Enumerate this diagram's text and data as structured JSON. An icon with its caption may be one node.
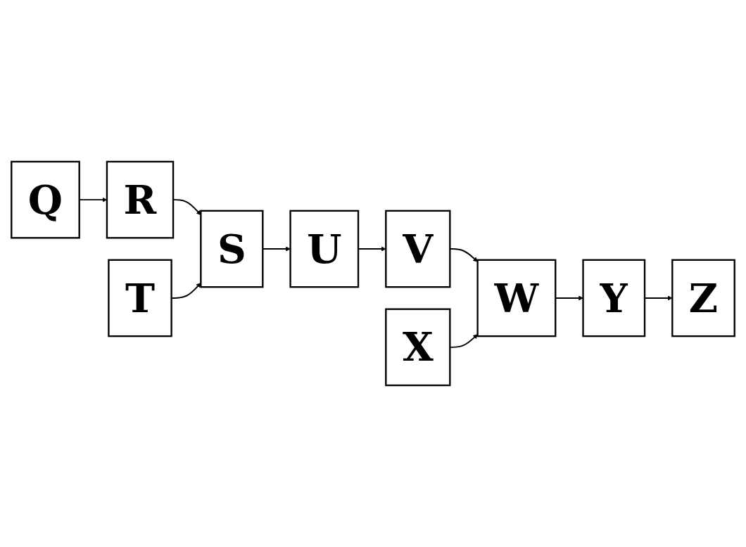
{
  "diagram": {
    "nodes": [
      {
        "text": [
          "Q"
        ]
      },
      {
        "text": [
          "R"
        ]
      },
      {
        "text": [
          "S"
        ]
      },
      {
        "text": [
          "U"
        ]
      },
      {
        "text": [
          "T"
        ]
      },
      {
        "text": [
          "V"
        ]
      },
      {
        "text": [
          "Z"
        ]
      },
      {
        "text": [
          "Y"
        ]
      },
      {
        "text": [
          "W"
        ]
      },
      {
        "text": [
          "X"
        ]
      }
    ],
    "edges": [
      {
        "from": 0,
        "to": 1,
        "arrow": "to"
      },
      {
        "from": 1,
        "to": 2,
        "arrow": "to"
      },
      {
        "from": 2,
        "to": 3,
        "arrow": "to"
      },
      {
        "from": 4,
        "to": 2,
        "arrow": "to"
      },
      {
        "from": 3,
        "to": 5,
        "arrow": "to"
      },
      {
        "from": 5,
        "to": 8,
        "arrow": "to"
      },
      {
        "from": 8,
        "to": 7,
        "arrow": "to"
      },
      {
        "from": 7,
        "to": 6,
        "arrow": "to"
      },
      {
        "from": 9,
        "to": 8,
        "arrow": "to"
      }
    ]
  }
}
